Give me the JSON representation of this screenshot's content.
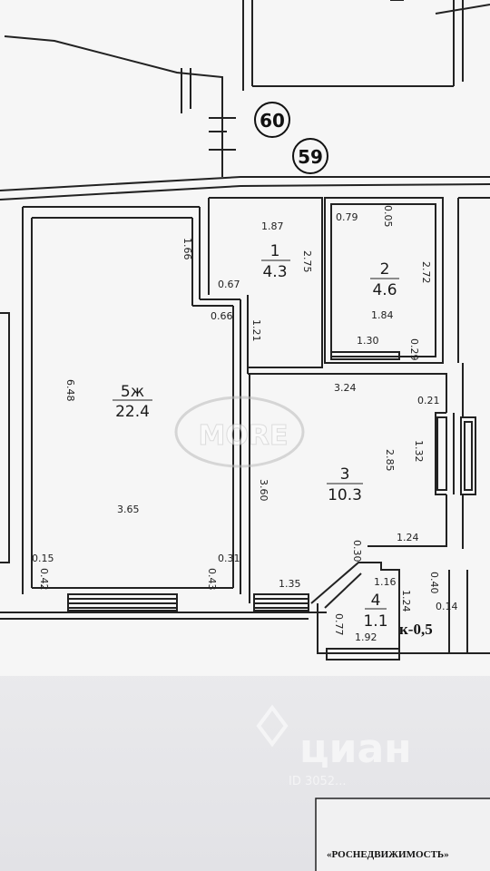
{
  "markers": {
    "m60": "60",
    "m59": "59"
  },
  "rooms": {
    "r1": {
      "num": "1",
      "area": "4.3"
    },
    "r2": {
      "num": "2",
      "area": "4.6"
    },
    "r3": {
      "num": "3",
      "area": "10.3"
    },
    "r4": {
      "num": "4",
      "area": "1.1"
    },
    "r5": {
      "num": "5ж",
      "area": "22.4"
    }
  },
  "dims": {
    "d187": "1.87",
    "d079": "0.79",
    "d005": "0.05",
    "d166": "1.66",
    "d275": "2.75",
    "d272": "2.72",
    "d067": "0.67",
    "d066": "0.66",
    "d184": "1.84",
    "d121": "1.21",
    "d130": "1.30",
    "d029": "0.29",
    "d64": "6.48",
    "d324": "3.24",
    "d021": "0.21",
    "d132": "1.32",
    "d285": "2.85",
    "d360": "3.60",
    "d365": "3.65",
    "d124a": "1.24",
    "d030": "0.30",
    "d015": "0.15",
    "d031": "0.31",
    "d042": "0.42",
    "d043": "0.43",
    "d135": "1.35",
    "d116": "1.16",
    "d040": "0.40",
    "d124b": "1.24",
    "d014": "0.14",
    "d077": "0.77",
    "d192": "1.92"
  },
  "balcony_coef": "к-0,5",
  "watermark": {
    "more": "MORE",
    "cian": "циан",
    "cian_id": "ID 3052..."
  },
  "stamp": "«РОСНЕДВИЖИМОСТЬ»"
}
